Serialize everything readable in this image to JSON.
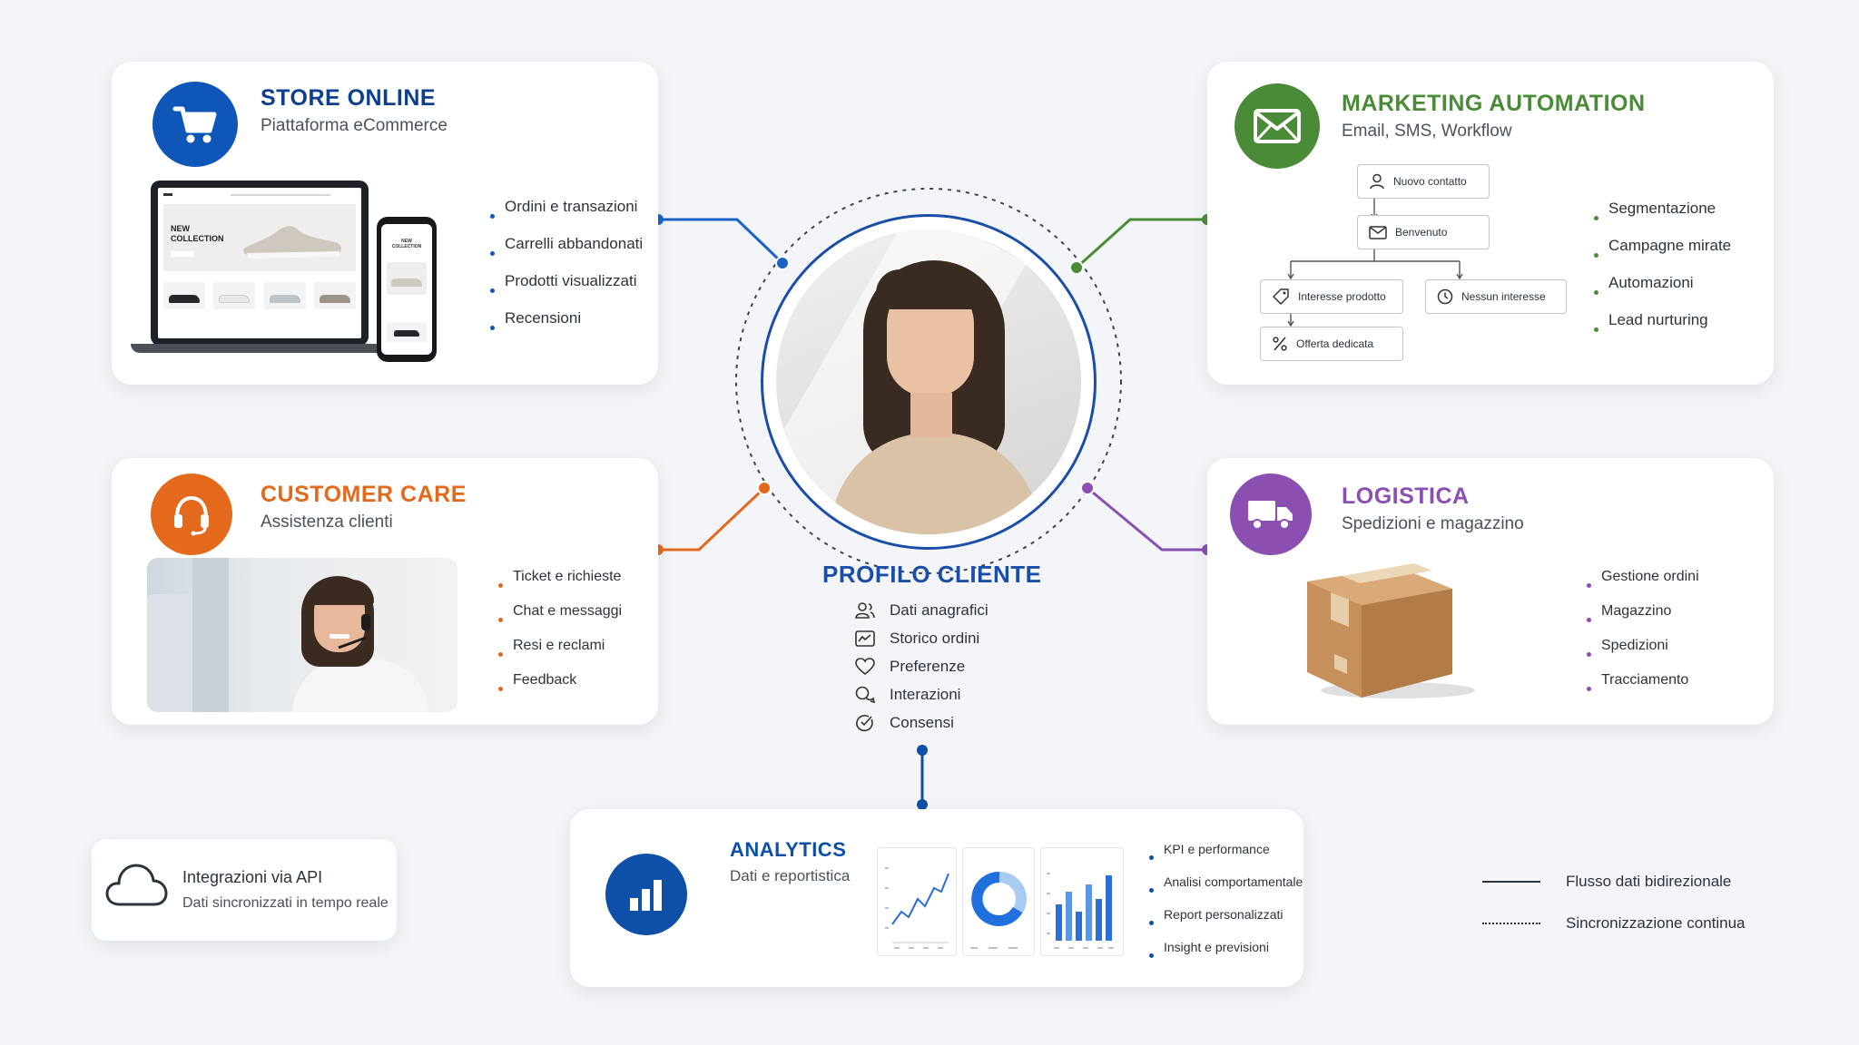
{
  "colors": {
    "store": "#0e57b8",
    "marketing": "#4a8b37",
    "care": "#e3691d",
    "logistics": "#8a4fb0",
    "profile": "#1b4ea8",
    "analytics": "#0e4fa8"
  },
  "store": {
    "title": "STORE ONLINE",
    "subtitle": "Piattaforma eCommerce",
    "icon": "shopping-cart-icon",
    "bullets": [
      "Ordini e transazioni",
      "Carrelli abbandonati",
      "Prodotti visualizzati",
      "Recensioni"
    ],
    "mock": {
      "hero_text": "NEW COLLECTION",
      "phone_text": "NEW COLLECTION"
    }
  },
  "marketing": {
    "title": "MARKETING AUTOMATION",
    "subtitle": "Email, SMS, Workflow",
    "icon": "envelope-icon",
    "flow": {
      "new_contact": "Nuovo contatto",
      "welcome": "Benvenuto",
      "interest": "Interesse prodotto",
      "no_interest": "Nessun interesse",
      "offer": "Offerta dedicata"
    },
    "bullets": [
      "Segmentazione",
      "Campagne mirate",
      "Automazioni",
      "Lead nurturing"
    ]
  },
  "care": {
    "title": "CUSTOMER CARE",
    "subtitle": "Assistenza clienti",
    "icon": "headset-icon",
    "bullets": [
      "Ticket e richieste",
      "Chat e messaggi",
      "Resi e reclami",
      "Feedback"
    ]
  },
  "logistics": {
    "title": "LOGISTICA",
    "subtitle": "Spedizioni e magazzino",
    "icon": "truck-icon",
    "bullets": [
      "Gestione ordini",
      "Magazzino",
      "Spedizioni",
      "Tracciamento"
    ]
  },
  "profile": {
    "title": "PROFILO CLIENTE",
    "items": [
      {
        "icon": "user-group-icon",
        "label": "Dati anagrafici"
      },
      {
        "icon": "order-history-icon",
        "label": "Storico ordini"
      },
      {
        "icon": "heart-icon",
        "label": "Preferenze"
      },
      {
        "icon": "chat-bubbles-icon",
        "label": "Interazioni"
      },
      {
        "icon": "check-circle-icon",
        "label": "Consensi"
      }
    ]
  },
  "analytics": {
    "title": "ANALYTICS",
    "subtitle": "Dati e reportistica",
    "icon": "bar-chart-icon",
    "bullets": [
      "KPI e performance",
      "Analisi comportamentale",
      "Report personalizzati",
      "Insight e previsioni"
    ]
  },
  "api": {
    "title": "Integrazioni via API",
    "subtitle": "Dati sincronizzati in tempo reale",
    "icon": "cloud-icon"
  },
  "legend": {
    "solid": "Flusso dati bidirezionale",
    "dotted": "Sincronizzazione continua"
  }
}
